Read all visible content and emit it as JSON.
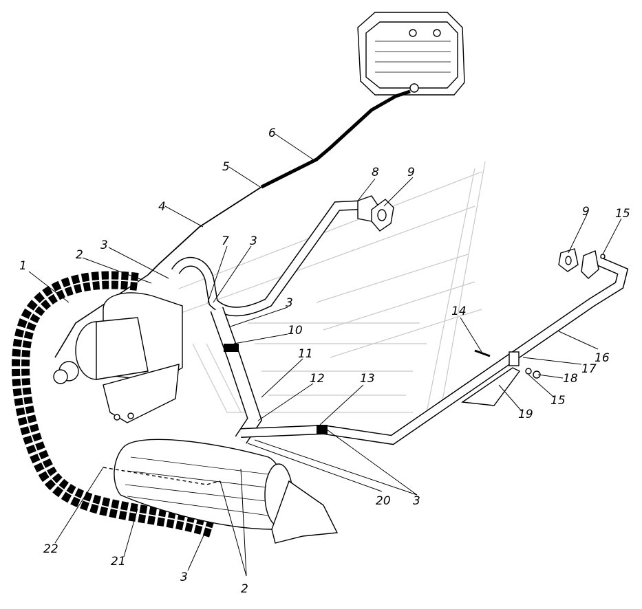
{
  "diagram": {
    "callouts": [
      {
        "id": "c1",
        "label": "1"
      },
      {
        "id": "c2a",
        "label": "2"
      },
      {
        "id": "c2b",
        "label": "2"
      },
      {
        "id": "c3a",
        "label": "3"
      },
      {
        "id": "c3b",
        "label": "3"
      },
      {
        "id": "c3c",
        "label": "3"
      },
      {
        "id": "c3d",
        "label": "3"
      },
      {
        "id": "c3e",
        "label": "3"
      },
      {
        "id": "c4",
        "label": "4"
      },
      {
        "id": "c5",
        "label": "5"
      },
      {
        "id": "c6",
        "label": "6"
      },
      {
        "id": "c7",
        "label": "7"
      },
      {
        "id": "c8",
        "label": "8"
      },
      {
        "id": "c9a",
        "label": "9"
      },
      {
        "id": "c9b",
        "label": "9"
      },
      {
        "id": "c10",
        "label": "10"
      },
      {
        "id": "c11",
        "label": "11"
      },
      {
        "id": "c12",
        "label": "12"
      },
      {
        "id": "c13",
        "label": "13"
      },
      {
        "id": "c14",
        "label": "14"
      },
      {
        "id": "c15a",
        "label": "15"
      },
      {
        "id": "c15b",
        "label": "15"
      },
      {
        "id": "c16",
        "label": "16"
      },
      {
        "id": "c17",
        "label": "17"
      },
      {
        "id": "c18",
        "label": "18"
      },
      {
        "id": "c19",
        "label": "19"
      },
      {
        "id": "c20",
        "label": "20"
      },
      {
        "id": "c21",
        "label": "21"
      },
      {
        "id": "c22",
        "label": "22"
      }
    ]
  }
}
